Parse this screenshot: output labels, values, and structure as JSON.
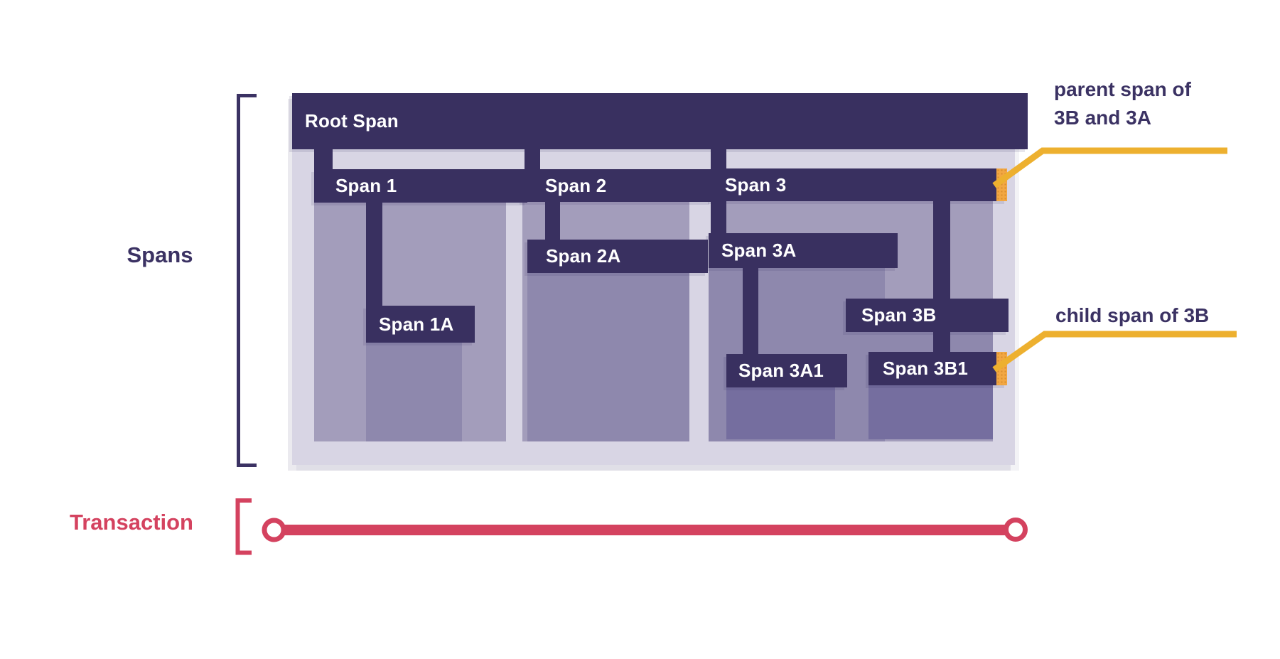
{
  "labels": {
    "spans": "Spans",
    "transaction": "Transaction"
  },
  "bars": {
    "root": {
      "label": "Root Span"
    },
    "span1": {
      "label": "Span 1"
    },
    "span1a": {
      "label": "Span 1A"
    },
    "span2": {
      "label": "Span 2"
    },
    "span2a": {
      "label": "Span 2A"
    },
    "span3": {
      "label": "Span 3"
    },
    "span3a": {
      "label": "Span 3A"
    },
    "span3a1": {
      "label": "Span 3A1"
    },
    "span3b": {
      "label": "Span 3B"
    },
    "span3b1": {
      "label": "Span 3B1"
    }
  },
  "annotations": {
    "parent": {
      "line1": "parent span of",
      "line2": "3B and 3A"
    },
    "child": {
      "text": "child span of 3B"
    }
  },
  "colors": {
    "bar_dark": "#393060",
    "container_lavender": "#d8d5e4",
    "duration_light": "#a39dbb",
    "duration_mid": "#8e88ad",
    "duration_dark": "#756e9f",
    "marker_orange": "#f2a743",
    "leader_yellow": "#edb02f",
    "transaction_red": "#d4425f",
    "text_purple": "#3b3263"
  }
}
